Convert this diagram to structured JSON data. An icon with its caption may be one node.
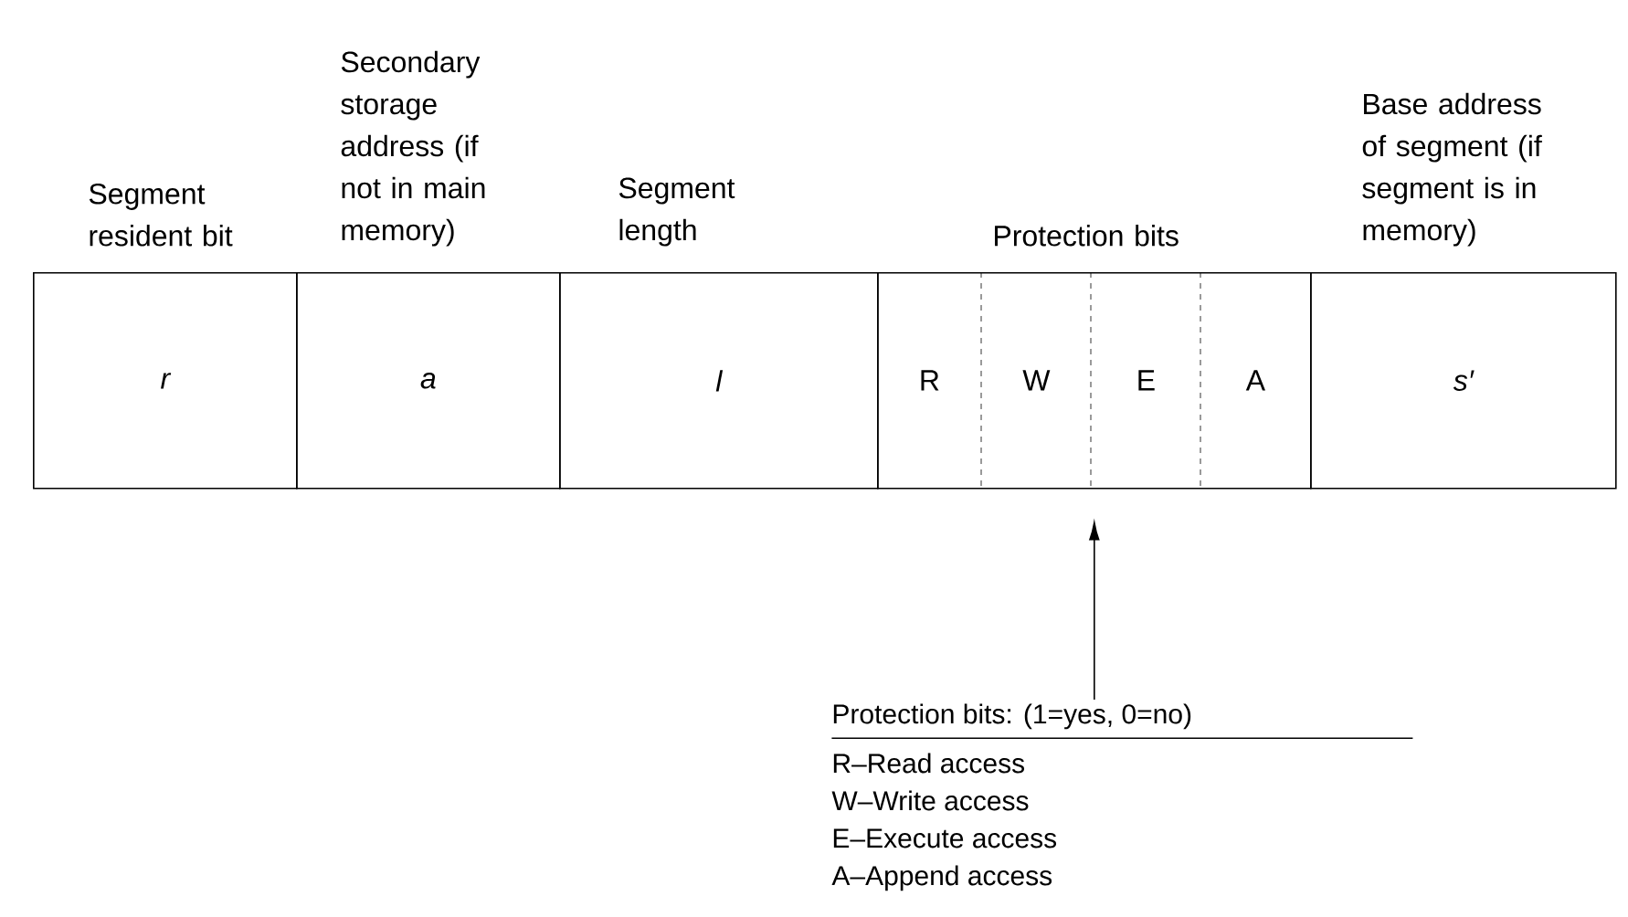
{
  "diagram": {
    "nodes": [
      {
        "text": [
          "Segment resident bit",
          "r"
        ]
      },
      {
        "text": [
          "Secondary storage address (if not in main memory)",
          "a"
        ]
      },
      {
        "text": [
          "Segment length",
          "l"
        ]
      },
      {
        "text": [
          "Protection bits"
        ]
      },
      {
        "text": [
          "R"
        ],
        "in": 3
      },
      {
        "text": [
          "W"
        ],
        "in": 3
      },
      {
        "text": [
          "E"
        ],
        "in": 3
      },
      {
        "text": [
          "A"
        ],
        "in": 3
      },
      {
        "text": [
          "Base address of segment (if segment is in memory)",
          "s′"
        ]
      },
      {
        "text": [
          "Protection bits: (1=yes, 0=no)",
          "R–Read access",
          "W–Write access",
          "E–Execute access",
          "A–Append access"
        ]
      }
    ],
    "edges": [
      {
        "from": 9,
        "to": 3,
        "arrow": "to"
      }
    ]
  }
}
